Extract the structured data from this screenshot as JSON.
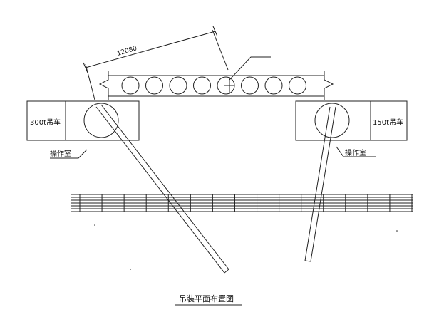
{
  "diagram": {
    "dimension_label": "12080",
    "left_crane_label": "300t吊车",
    "right_crane_label": "150t吊车",
    "left_operator_label": "操作室",
    "right_operator_label": "操作室",
    "caption": "吊装平面布置图",
    "beam_hole_count": 8,
    "rail_tie_count": 16
  }
}
